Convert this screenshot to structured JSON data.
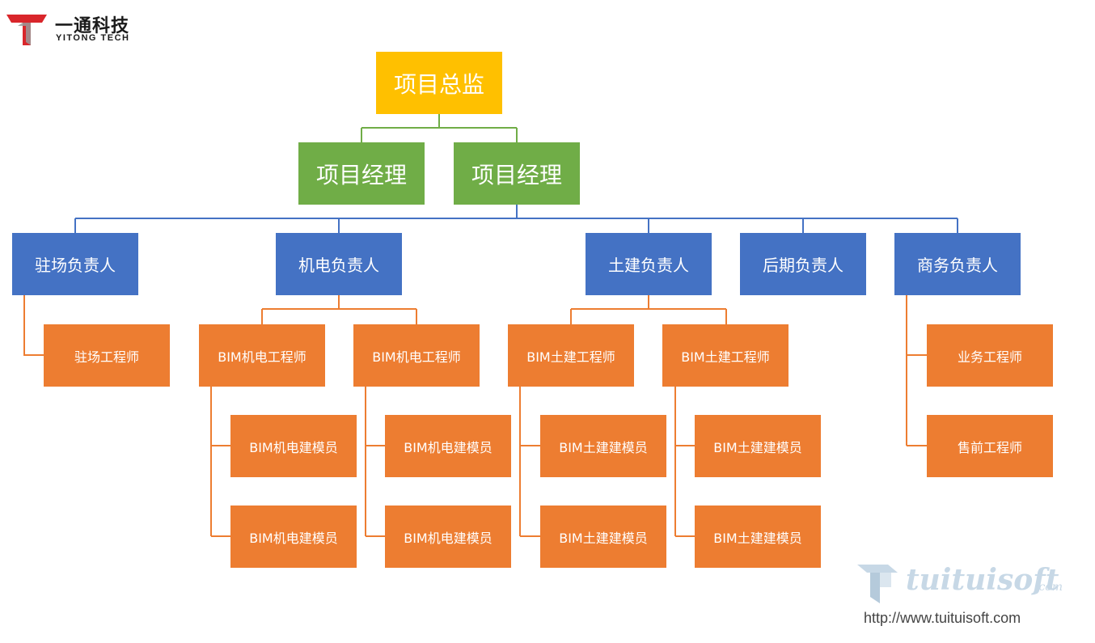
{
  "logo": {
    "cn": "一通科技",
    "en": "YITONG TECH",
    "colors": {
      "red": "#d9262b",
      "gray": "#9a9a9a"
    }
  },
  "colors": {
    "director": "#ffc000",
    "manager": "#70ad47",
    "lead": "#4472c4",
    "engineer": "#ed7d31",
    "director_line": "#70ad47",
    "lead_line": "#4472c4",
    "engineer_line": "#ed7d31"
  },
  "org": {
    "director": "项目总监",
    "managers": [
      "项目经理",
      "项目经理"
    ],
    "leads": [
      {
        "label": "驻场负责人",
        "engineers": [
          {
            "label": "驻场工程师",
            "modelers": []
          }
        ]
      },
      {
        "label": "机电负责人",
        "engineers": [
          {
            "label": "BIM机电工程师",
            "modelers": [
              "BIM机电建模员",
              "BIM机电建模员"
            ]
          },
          {
            "label": "BIM机电工程师",
            "modelers": [
              "BIM机电建模员",
              "BIM机电建模员"
            ]
          }
        ]
      },
      {
        "label": "土建负责人",
        "engineers": [
          {
            "label": "BIM土建工程师",
            "modelers": [
              "BIM土建建模员",
              "BIM土建建模员"
            ]
          },
          {
            "label": "BIM土建工程师",
            "modelers": [
              "BIM土建建模员",
              "BIM土建建模员"
            ]
          }
        ]
      },
      {
        "label": "后期负责人",
        "engineers": []
      },
      {
        "label": "商务负责人",
        "engineers": [
          {
            "label": "业务工程师",
            "modelers": []
          },
          {
            "label": "售前工程师",
            "modelers": []
          }
        ]
      }
    ]
  },
  "watermark": {
    "brand": "tuituisoft",
    "suffix": ".com",
    "url": "http://www.tuituisoft.com"
  }
}
